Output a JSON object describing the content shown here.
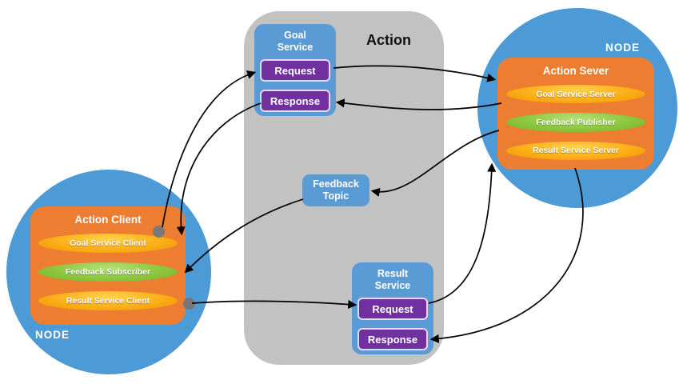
{
  "action": {
    "title": "Action",
    "goal_service": {
      "title": "Goal Service",
      "request_label": "Request",
      "response_label": "Response"
    },
    "feedback_topic": {
      "title": "Feedback Topic"
    },
    "result_service": {
      "title": "Result Service",
      "request_label": "Request",
      "response_label": "Response"
    }
  },
  "client_node": {
    "node_label": "NODE",
    "title": "Action Client",
    "items": [
      {
        "label": "Goal Service Client",
        "color": "yellow"
      },
      {
        "label": "Feedback Subscriber",
        "color": "green"
      },
      {
        "label": "Result Service Client",
        "color": "yellow"
      }
    ]
  },
  "server_node": {
    "node_label": "NODE",
    "title": "Action Sever",
    "items": [
      {
        "label": "Goal Service Server",
        "color": "yellow"
      },
      {
        "label": "Feedback Publisher",
        "color": "green"
      },
      {
        "label": "Result Service Server",
        "color": "yellow"
      }
    ]
  },
  "colors": {
    "node_circle": "#4D9BD6",
    "action_panel": "#C2C2C2",
    "service_box_blue": "#5B9BD5",
    "button_purple": "#7030A0",
    "component_orange": "#ED7D31",
    "pill_yellow": "#FBAE17",
    "pill_green": "#8CC63E",
    "connector_dot": "#787878",
    "arrow": "#000000"
  }
}
